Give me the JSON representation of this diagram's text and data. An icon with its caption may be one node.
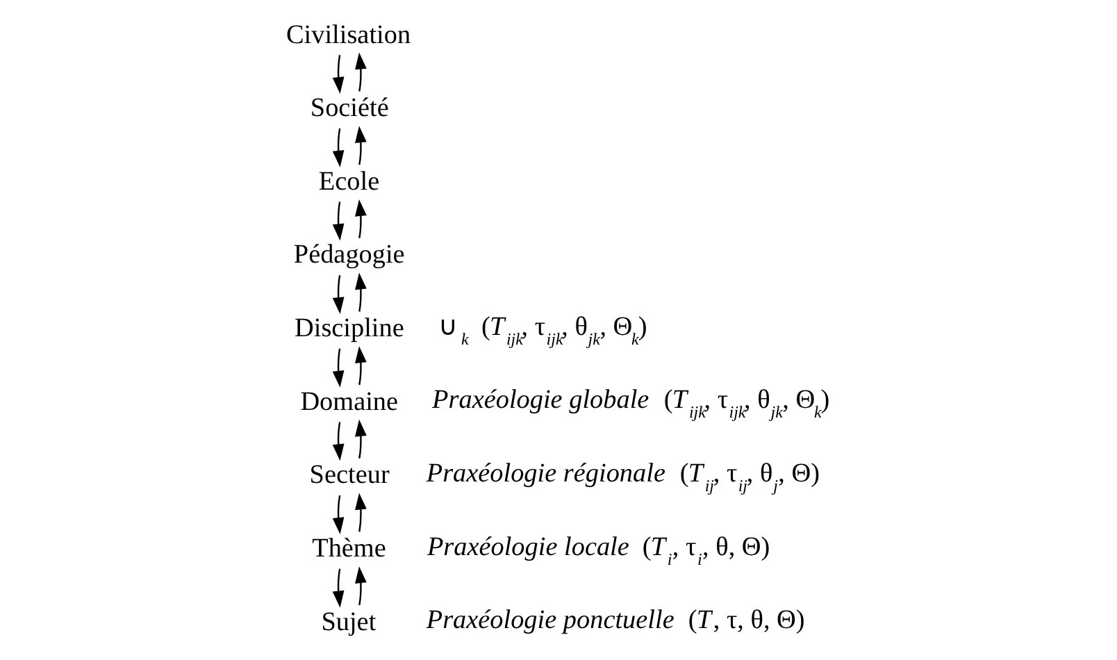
{
  "diagram": {
    "nodes": [
      {
        "text": [
          "Civilisation"
        ]
      },
      {
        "text": [
          "Société"
        ]
      },
      {
        "text": [
          "Ecole"
        ]
      },
      {
        "text": [
          "Pédagogie"
        ]
      },
      {
        "text": [
          "Discipline"
        ],
        "beside": [
          "∪$_{k}$ (*T*$_{ijk}$, τ$_{ijk}$, θ$_{jk}$, Θ$_{k}$)"
        ]
      },
      {
        "text": [
          "Domaine"
        ],
        "beside": [
          "*Praxéologie globale* (*T*$_{ijk}$, τ$_{ijk}$, θ$_{jk}$, Θ$_{k}$)"
        ]
      },
      {
        "text": [
          "Secteur"
        ],
        "beside": [
          "*Praxéologie régionale* (*T*$_{ij}$, τ$_{ij}$, θ$_{j}$, Θ)"
        ]
      },
      {
        "text": [
          "Thème"
        ],
        "beside": [
          "*Praxéologie locale* (*T*$_{i}$, τ$_{i}$, θ, Θ)"
        ]
      },
      {
        "text": [
          "Sujet"
        ],
        "beside": [
          "*Praxéologie ponctuelle* (*T*, τ, θ, Θ)"
        ]
      }
    ],
    "edges": [
      {
        "from": 0,
        "to": 1,
        "arrow": "to"
      },
      {
        "from": 1,
        "to": 2,
        "arrow": "to"
      },
      {
        "from": 2,
        "to": 3,
        "arrow": "to"
      },
      {
        "from": 3,
        "to": 4,
        "arrow": "to"
      },
      {
        "from": 4,
        "to": 5,
        "arrow": "to"
      },
      {
        "from": 5,
        "to": 6,
        "arrow": "to"
      },
      {
        "from": 6,
        "to": 7,
        "arrow": "to"
      },
      {
        "from": 7,
        "to": 8,
        "arrow": "to"
      },
      {
        "from": 1,
        "to": 0,
        "arrow": "to"
      },
      {
        "from": 2,
        "to": 1,
        "arrow": "to"
      },
      {
        "from": 3,
        "to": 2,
        "arrow": "to"
      },
      {
        "from": 4,
        "to": 3,
        "arrow": "to"
      },
      {
        "from": 5,
        "to": 4,
        "arrow": "to"
      },
      {
        "from": 6,
        "to": 5,
        "arrow": "to"
      },
      {
        "from": 7,
        "to": 6,
        "arrow": "to"
      },
      {
        "from": 8,
        "to": 7,
        "arrow": "to"
      }
    ]
  }
}
